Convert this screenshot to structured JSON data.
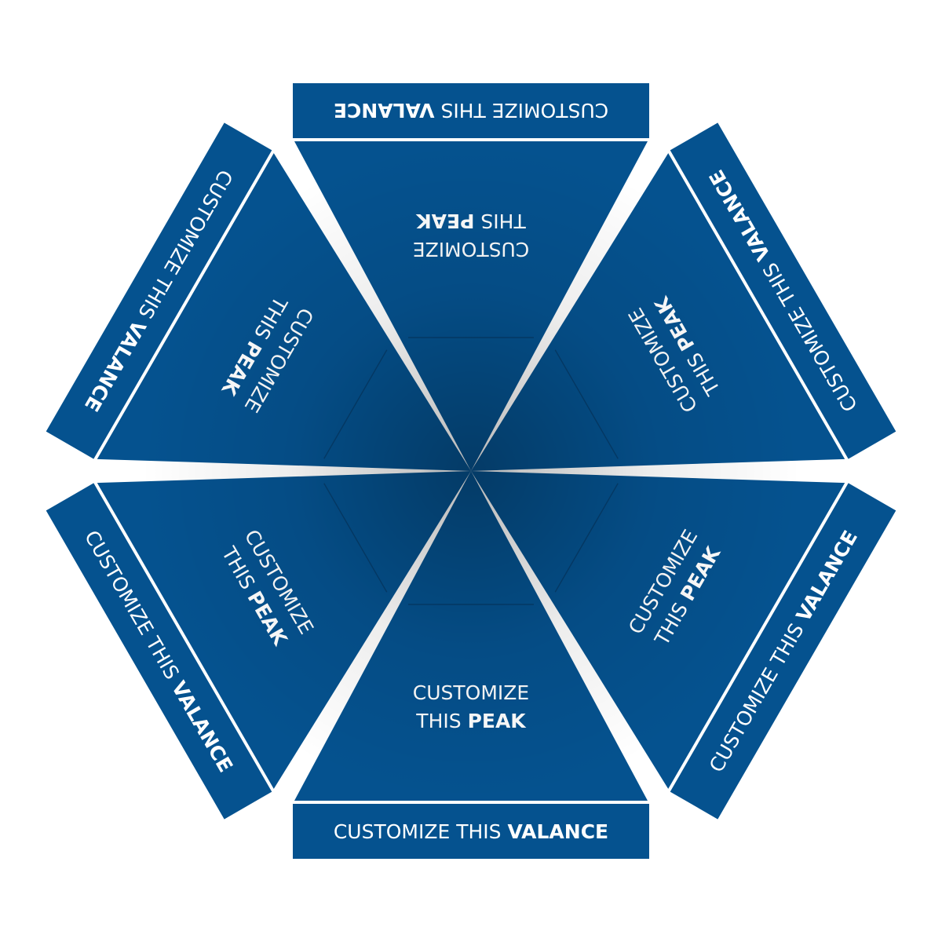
{
  "colors": {
    "panel": "#05528f",
    "panel_dark": "#043f70",
    "background": "#ffffff"
  },
  "peak_label": {
    "line1": "CUSTOMIZE",
    "line2_regular": "THIS ",
    "line2_bold": "PEAK"
  },
  "valance_label": {
    "regular": "CUSTOMIZE THIS ",
    "bold": "VALANCE"
  },
  "panels": [
    {
      "name": "bottom"
    },
    {
      "name": "lower-left"
    },
    {
      "name": "upper-left"
    },
    {
      "name": "top"
    },
    {
      "name": "upper-right"
    },
    {
      "name": "lower-right"
    }
  ]
}
